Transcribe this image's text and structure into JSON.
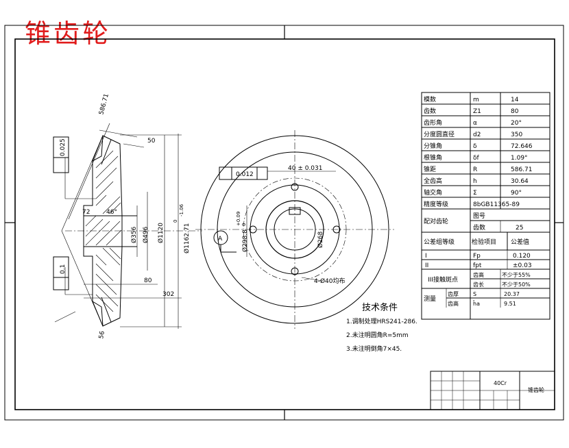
{
  "title": "锥齿轮",
  "colors": {
    "accent": "#e11d1d",
    "line": "#000000"
  },
  "section_dims": {
    "d1": "586.71",
    "d2": "50",
    "d3": "0.025",
    "d4": "0.1",
    "d5": "72",
    "d6": "46°",
    "d7": "Ø356",
    "d8": "Ø496",
    "d9": "Ø1120",
    "d10": "Ø1162.71",
    "d11": "-1.06",
    "d12": "0",
    "d13": "80",
    "d14": "302",
    "d15": "56"
  },
  "front_view": {
    "tol_box": "0.012",
    "datum": "A",
    "dim1": "40 ± 0.031",
    "dim2": "Ø298.8",
    "dim3": "+0.09",
    "dim4": "0",
    "dim5": "4-Ø40均布",
    "dim6": "Ø268"
  },
  "param_table": [
    [
      "模数",
      "m",
      "14"
    ],
    [
      "齿数",
      "Z1",
      "80"
    ],
    [
      "齿形角",
      "α",
      "20°"
    ],
    [
      "分度圆直径",
      "d2",
      "350"
    ],
    [
      "分锥角",
      "δ",
      "72.646"
    ],
    [
      "根锥角",
      "δf",
      "1.09°"
    ],
    [
      "锥距",
      "R",
      "586.71"
    ],
    [
      "全齿高",
      "h",
      "30.64"
    ],
    [
      "轴交角",
      "Σ",
      "90°"
    ],
    [
      "精度等级",
      "8bGB11365-89",
      ""
    ]
  ],
  "pair_gear": {
    "label": "配对齿轮",
    "row1": "图号",
    "row2": "齿数",
    "row2_val": "25"
  },
  "tolerance_header": {
    "group": "公差组等级",
    "item": "检验项目",
    "value": "公差值"
  },
  "tolerance_rows": [
    [
      "I",
      "Fp",
      "0.120"
    ],
    [
      "II",
      "fpt",
      "±0.03"
    ]
  ],
  "contact": {
    "label": "III接触斑点",
    "r1": "齿高",
    "r1v": "不少于55%",
    "r2": "齿长",
    "r2v": "不少于50%"
  },
  "measure": {
    "label": "测量",
    "sub1": "齿厚",
    "sub1_sym": "S",
    "sub1_val": "20.37",
    "sub2": "齿高",
    "sub2_sym": "h̄a",
    "sub2_val": "9.51"
  },
  "tech_req": {
    "heading": "技术条件",
    "items": [
      "1.调制处理HRS241-286.",
      "2.未注明圆角R=5mm",
      "3.未注明倒角7×45."
    ]
  },
  "title_block": {
    "material": "40Cr",
    "name": "锥齿轮"
  }
}
